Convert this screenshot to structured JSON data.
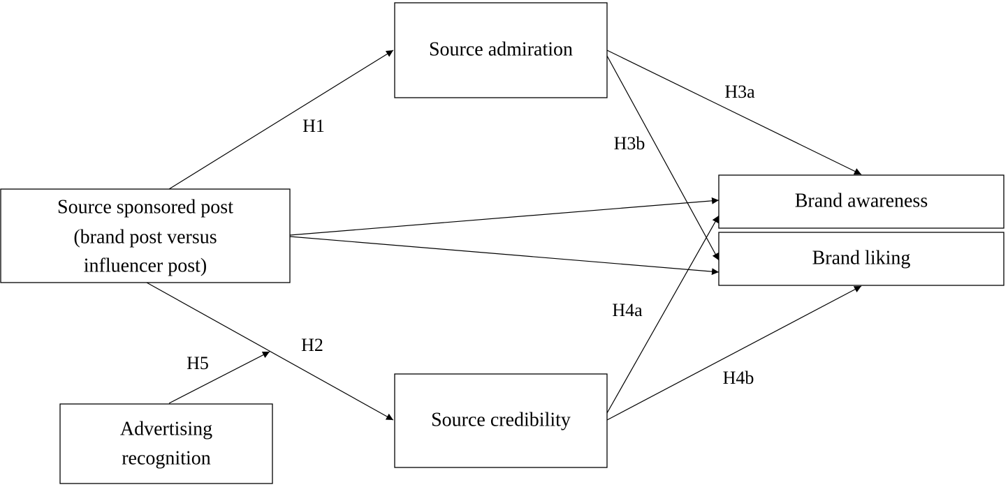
{
  "nodes": {
    "source_sponsored_post": {
      "lines": [
        "Source sponsored post",
        "(brand post versus",
        "influencer post)"
      ]
    },
    "source_admiration": {
      "lines": [
        "Source admiration"
      ]
    },
    "source_credibility": {
      "lines": [
        "Source credibility"
      ]
    },
    "advertising_recognition": {
      "lines": [
        "Advertising",
        "recognition"
      ]
    },
    "brand_awareness": {
      "lines": [
        "Brand awareness"
      ]
    },
    "brand_liking": {
      "lines": [
        "Brand liking"
      ]
    }
  },
  "edges": {
    "h1": "H1",
    "h2": "H2",
    "h3a": "H3a",
    "h3b": "H3b",
    "h4a": "H4a",
    "h4b": "H4b",
    "h5": "H5"
  }
}
